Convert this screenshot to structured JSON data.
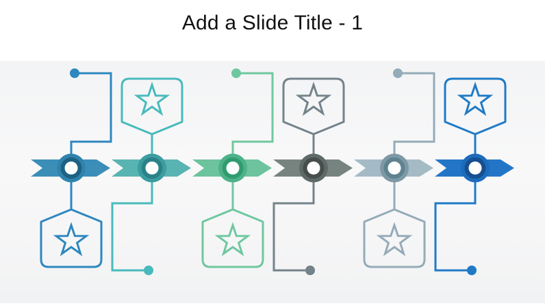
{
  "slide": {
    "title": "Add a Slide Title - 1"
  },
  "colors": {
    "background": "#ffffff",
    "stage_top": "#f3f4f5",
    "stage_bottom": "#f1f2f3",
    "title": "#111111",
    "node_center": "#ffffff"
  },
  "diagram": {
    "description": "Six-step chevron timeline; each step has a circular node on the arrow band, a star badge on one side and an elbow connector ending in a dot on the other side, alternating top/bottom",
    "badge_icon": "star-icon",
    "steps": [
      {
        "name": "step-1",
        "top": "dot",
        "bottom": "badge",
        "chevron": "#3B8EB8",
        "node_outer": "#2F83AD",
        "node_ring": "#1D6283",
        "accent": "#2E87BF"
      },
      {
        "name": "step-2",
        "top": "badge",
        "bottom": "dot",
        "chevron": "#58B4B2",
        "node_outer": "#3C9DA1",
        "node_ring": "#2A8288",
        "accent": "#48BABC"
      },
      {
        "name": "step-3",
        "top": "dot",
        "bottom": "badge",
        "chevron": "#6CC39D",
        "node_outer": "#4DB288",
        "node_ring": "#2F9C70",
        "accent": "#6FC7A0"
      },
      {
        "name": "step-4",
        "top": "badge",
        "bottom": "dot",
        "chevron": "#76837F",
        "node_outer": "#5E6A67",
        "node_ring": "#454E4C",
        "accent": "#74828A"
      },
      {
        "name": "step-5",
        "top": "dot",
        "bottom": "badge",
        "chevron": "#A4BBC5",
        "node_outer": "#7E99A5",
        "node_ring": "#5F8290",
        "accent": "#94ABB8"
      },
      {
        "name": "step-6",
        "top": "badge",
        "bottom": "dot",
        "chevron": "#2376C7",
        "node_outer": "#1D6BBD",
        "node_ring": "#16508F",
        "accent": "#1F7AC6"
      }
    ]
  }
}
